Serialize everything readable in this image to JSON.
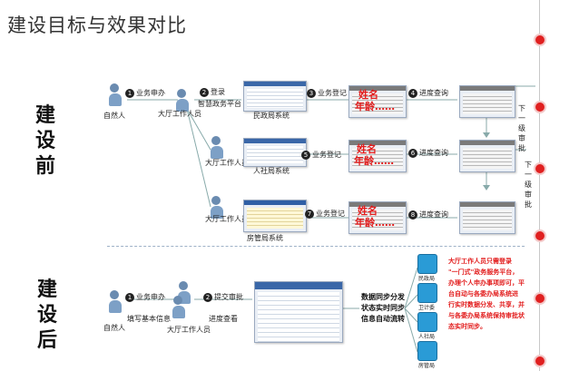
{
  "title": "建设目标与效果对比",
  "sections": {
    "before": "建设前",
    "after": "建设后"
  },
  "before": {
    "natural_person": "自然人",
    "hall_staff": "大厅工作人员",
    "steps": {
      "s1": "业务申办",
      "s2": "登录",
      "s3": "业务登记",
      "s4": "进度查询",
      "s5": "业务登记",
      "s6": "进度查询",
      "s7": "业务登记",
      "s8": "进度查询"
    },
    "step_numbers": [
      "1",
      "2",
      "3",
      "4",
      "5",
      "6",
      "7",
      "8"
    ],
    "platform": "智慧政务平台",
    "systems": [
      "民政局系统",
      "人社局系统",
      "房管局系统"
    ],
    "red_overlay": [
      "姓名",
      "年龄……"
    ],
    "next_approval": [
      "下",
      "一",
      "级",
      "审",
      "批"
    ]
  },
  "after": {
    "natural_person": "自然人",
    "steps": {
      "s1": "业务申办",
      "s2": "提交审批"
    },
    "step_numbers": [
      "1",
      "2"
    ],
    "fill_info": "填写基本信息",
    "hall_staff": "大厅工作人员",
    "progress": "进度查看",
    "sync_text": [
      "数据同步分发",
      "状态实时同步",
      "信息自动流转"
    ],
    "icon_labels": [
      "民政局",
      "卫计委",
      "人社局",
      "房管局"
    ],
    "note": [
      "大厅工作人员只需登录",
      "\"一门式\"政务服务平台，",
      "办理个人申办事项即可，平",
      "台自动与各委办局系统进",
      "行实时数据分发、共享，并",
      "与各委办局系统保持审批状",
      "态实时同步。"
    ]
  },
  "colors": {
    "accent_red": "#e21c1c",
    "screen_blue": "#3a67a8",
    "icon_blue": "#2a9bd6"
  }
}
